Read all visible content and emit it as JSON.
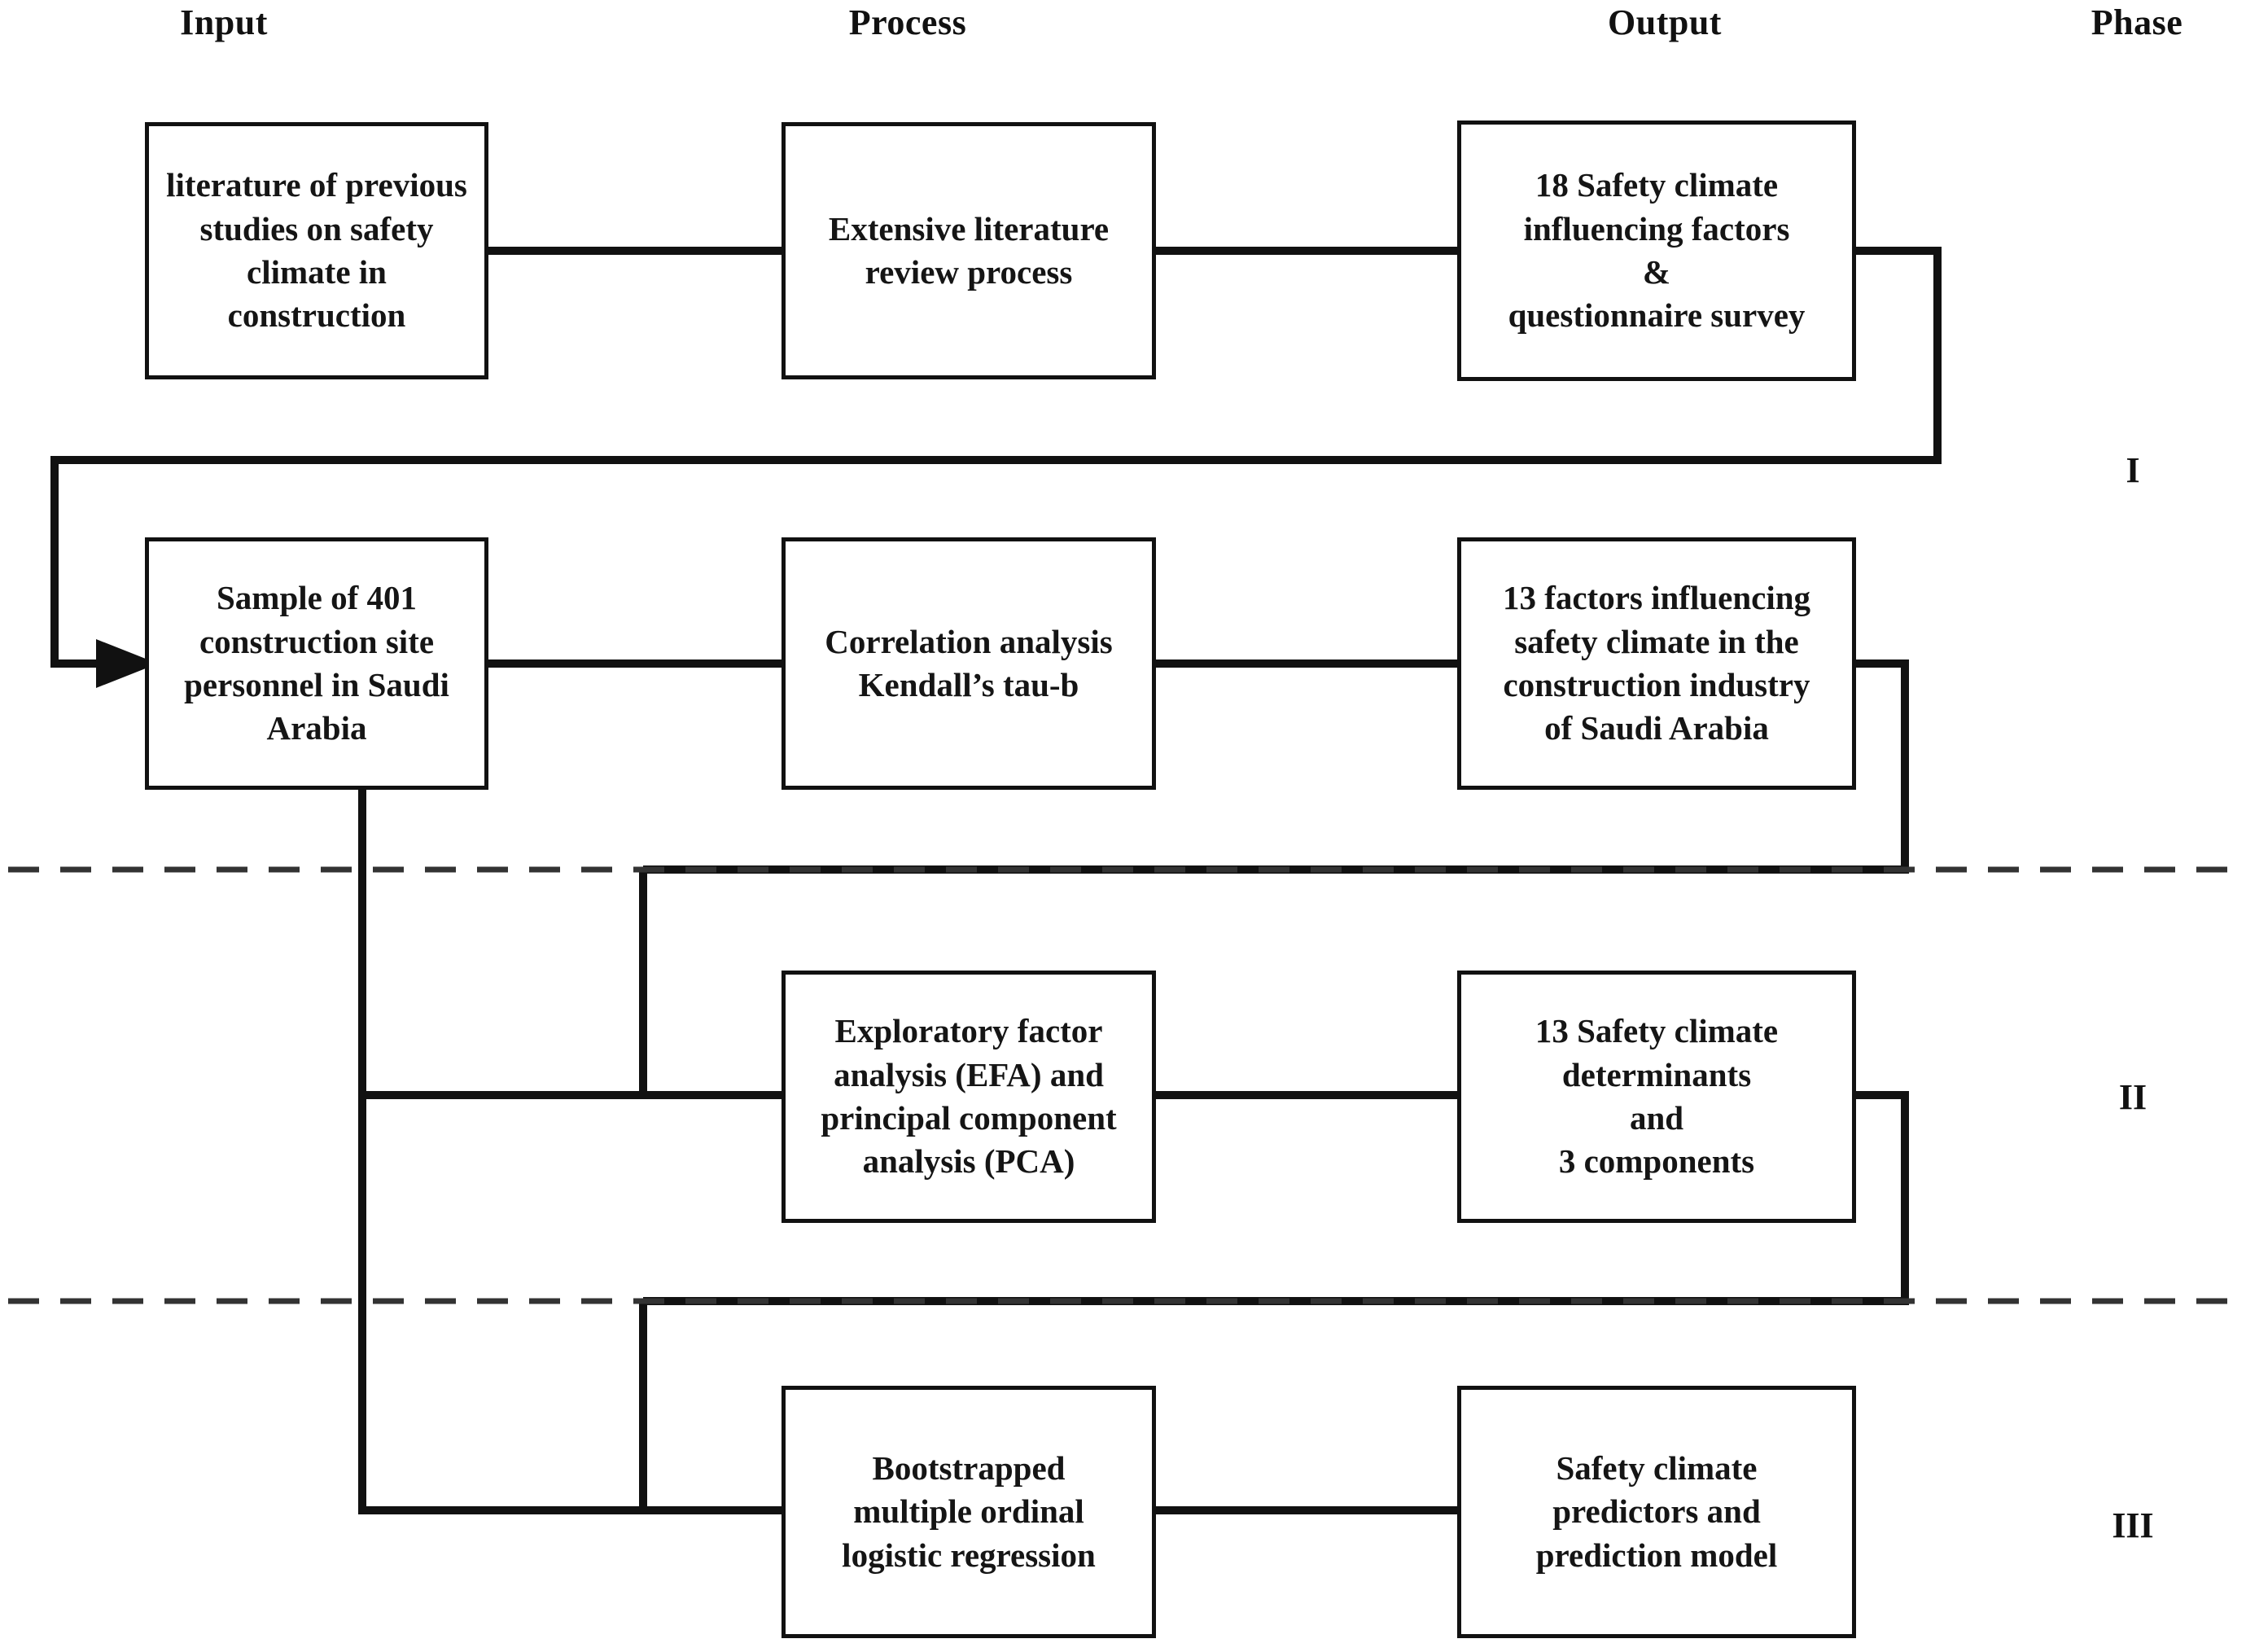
{
  "diagram": {
    "title_columns": [
      {
        "id": "input",
        "label": "Input"
      },
      {
        "id": "process",
        "label": "Process"
      },
      {
        "id": "output",
        "label": "Output"
      },
      {
        "id": "phase",
        "label": "Phase"
      }
    ],
    "nodes": [
      {
        "id": "n1",
        "column": "input",
        "row": 1,
        "lines": [
          "literature of previous",
          "studies on safety",
          "climate in construction"
        ]
      },
      {
        "id": "n2",
        "column": "process",
        "row": 1,
        "lines": [
          "Extensive literature",
          "review process"
        ]
      },
      {
        "id": "n3",
        "column": "output",
        "row": 1,
        "lines": [
          "18 Safety climate",
          "influencing factors",
          "&",
          "questionnaire survey"
        ]
      },
      {
        "id": "n4",
        "column": "input",
        "row": 2,
        "lines": [
          "Sample of 401",
          "construction site",
          "personnel in Saudi",
          "Arabia"
        ]
      },
      {
        "id": "n5",
        "column": "process",
        "row": 2,
        "lines": [
          "Correlation analysis",
          "Kendall’s tau-b"
        ]
      },
      {
        "id": "n6",
        "column": "output",
        "row": 2,
        "lines": [
          "13 factors influencing",
          "safety climate in the",
          "construction industry",
          "of Saudi Arabia"
        ]
      },
      {
        "id": "n7",
        "column": "process",
        "row": 3,
        "lines": [
          "Exploratory factor",
          "analysis (EFA) and",
          "principal component",
          "analysis (PCA)"
        ]
      },
      {
        "id": "n8",
        "column": "output",
        "row": 3,
        "lines": [
          "13 Safety climate",
          "determinants",
          "and",
          "3 components"
        ]
      },
      {
        "id": "n9",
        "column": "process",
        "row": 4,
        "lines": [
          "Bootstrapped",
          "multiple ordinal",
          "logistic regression"
        ]
      },
      {
        "id": "n10",
        "column": "output",
        "row": 4,
        "lines": [
          "Safety climate",
          "predictors and",
          "prediction model"
        ]
      }
    ],
    "phases": [
      {
        "id": "phase-1",
        "label": "I"
      },
      {
        "id": "phase-2",
        "label": "II"
      },
      {
        "id": "phase-3",
        "label": "III"
      }
    ],
    "colors": {
      "stroke": "#111111",
      "background": "#ffffff",
      "text": "#151515"
    },
    "connectors": [
      {
        "id": "c1",
        "from": "n1",
        "to": "n2",
        "style": "arrow-right"
      },
      {
        "id": "c2",
        "from": "n2",
        "to": "n3",
        "style": "arrow-right"
      },
      {
        "id": "c3",
        "from": "n3",
        "to": "n4",
        "style": "elbow-feedback-arrow"
      },
      {
        "id": "c4",
        "from": "n4",
        "to": "n5",
        "style": "arrow-right"
      },
      {
        "id": "c5",
        "from": "n5",
        "to": "n6",
        "style": "arrow-right"
      },
      {
        "id": "c6",
        "from": "n6",
        "to": "n7",
        "style": "elbow-down-arrow"
      },
      {
        "id": "c7",
        "from": "n4",
        "to": "n7",
        "style": "elbow-down-arrow"
      },
      {
        "id": "c8",
        "from": "n7",
        "to": "n8",
        "style": "arrow-right"
      },
      {
        "id": "c9",
        "from": "n8",
        "to": "n9",
        "style": "elbow-down-arrow"
      },
      {
        "id": "c10",
        "from": "n4",
        "to": "n9",
        "style": "elbow-down-arrow"
      },
      {
        "id": "c11",
        "from": "n9",
        "to": "n10",
        "style": "arrow-right"
      }
    ],
    "phase_separators": [
      {
        "id": "sep-1",
        "style": "dashed"
      },
      {
        "id": "sep-2",
        "style": "dashed"
      }
    ]
  }
}
